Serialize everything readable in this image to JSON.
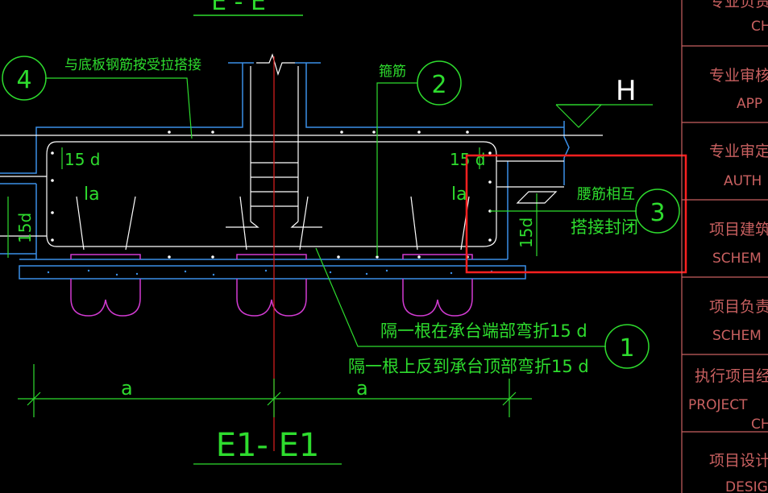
{
  "colors": {
    "background": "#000000",
    "concrete": "#3a8fe8",
    "rebar": "#ffffff",
    "annotation": "#2edc2e",
    "centerline": "#e02020",
    "pile": "#d23bd2",
    "title_block": "#c86060",
    "highlight": "#ff2020"
  },
  "section": {
    "top_label": "E - E",
    "bottom_label": "E1- E1"
  },
  "markers": {
    "m4": "4",
    "m2": "2",
    "m3": "3",
    "m1": "1"
  },
  "annotations": {
    "bottom_lap": "与底板钢筋按受拉搭接",
    "stirrup": "箍筋",
    "elev": "H",
    "d15_left": "15 d",
    "d15_right": "15 d",
    "la_left": "la",
    "la_right": "la",
    "d15_vert_left": "15d",
    "d15_vert_right": "15d",
    "waist_1": "腰筋相互",
    "waist_2": "搭接封闭",
    "bend_1": "隔一根在承台端部弯折15 d",
    "bend_2": "隔一根上反到承台顶部弯折15 d",
    "dim_a_left": "a",
    "dim_a_right": "a"
  },
  "title_block": [
    {
      "cn": "专业负责",
      "en": "CH"
    },
    {
      "cn": "专业审核",
      "en": "APP"
    },
    {
      "cn": "专业审定",
      "en": "AUTH"
    },
    {
      "cn": "项目建筑",
      "en": "SCHEM"
    },
    {
      "cn": "项目负责",
      "en": "SCHEM"
    },
    {
      "cn": "执行项目经",
      "en": "PROJECT",
      "en2": "CH"
    },
    {
      "cn": "项目设计",
      "en": "DESIG"
    }
  ]
}
